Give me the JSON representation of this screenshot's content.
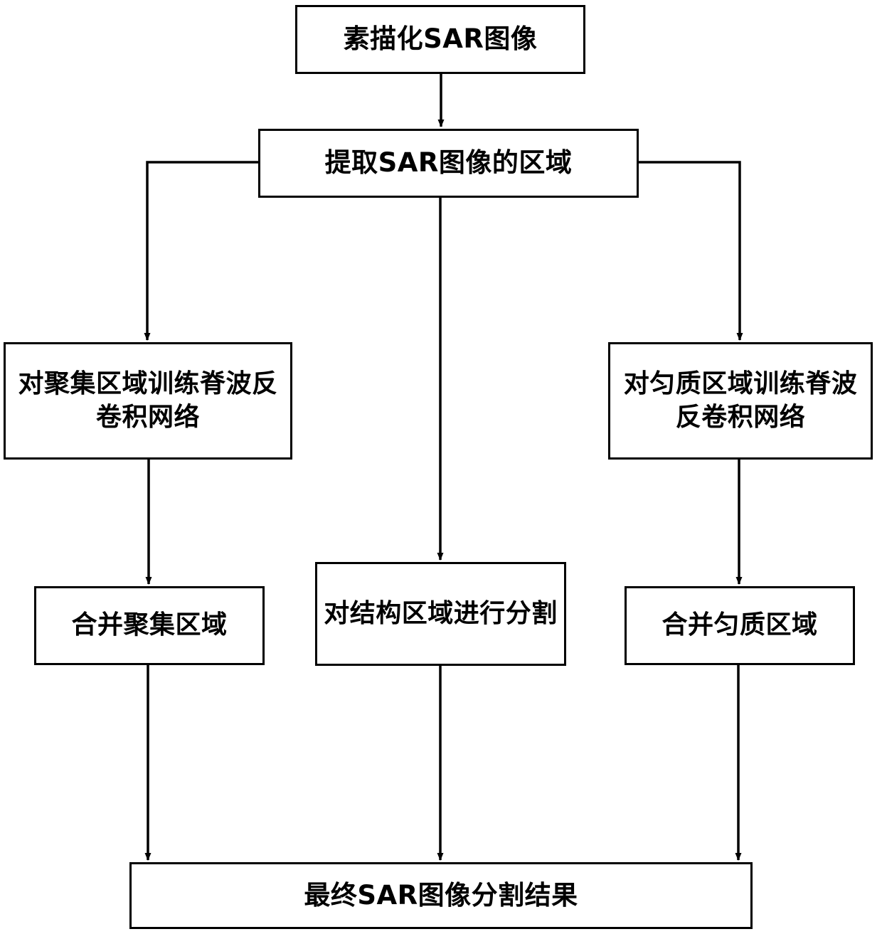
{
  "diagram": {
    "title": "SAR image segmentation flowchart",
    "type": "flowchart",
    "orientation": "top-to-bottom",
    "stroke_color": "#000000",
    "fill_color": "#ffffff",
    "nodes": [
      {
        "id": "source",
        "label": "素描化SAR图像"
      },
      {
        "id": "extract",
        "label": "提取SAR图像的区域"
      },
      {
        "id": "cluster",
        "label": "对聚集区域训练脊波反卷积网络"
      },
      {
        "id": "homog",
        "label": "对匀质区域训练脊波反卷积网络"
      },
      {
        "id": "merge_c",
        "label": "合并聚集区域"
      },
      {
        "id": "struct",
        "label": "对结构区域进行分割"
      },
      {
        "id": "merge_h",
        "label": "合并匀质区域"
      },
      {
        "id": "final",
        "label": "最终SAR图像分割结果"
      }
    ],
    "edges": [
      {
        "from": "source",
        "to": "extract",
        "style": "straight-down",
        "arrow": true
      },
      {
        "from": "extract",
        "to": "cluster",
        "style": "left-elbow",
        "arrow": true
      },
      {
        "from": "extract",
        "to": "struct",
        "style": "straight-down",
        "arrow": true
      },
      {
        "from": "extract",
        "to": "homog",
        "style": "right-elbow",
        "arrow": true
      },
      {
        "from": "cluster",
        "to": "merge_c",
        "style": "straight-down",
        "arrow": true
      },
      {
        "from": "homog",
        "to": "merge_h",
        "style": "straight-down",
        "arrow": true
      },
      {
        "from": "merge_c",
        "to": "final",
        "style": "straight-down",
        "arrow": true
      },
      {
        "from": "struct",
        "to": "final",
        "style": "straight-down",
        "arrow": true
      },
      {
        "from": "merge_h",
        "to": "final",
        "style": "straight-down",
        "arrow": true
      }
    ]
  }
}
